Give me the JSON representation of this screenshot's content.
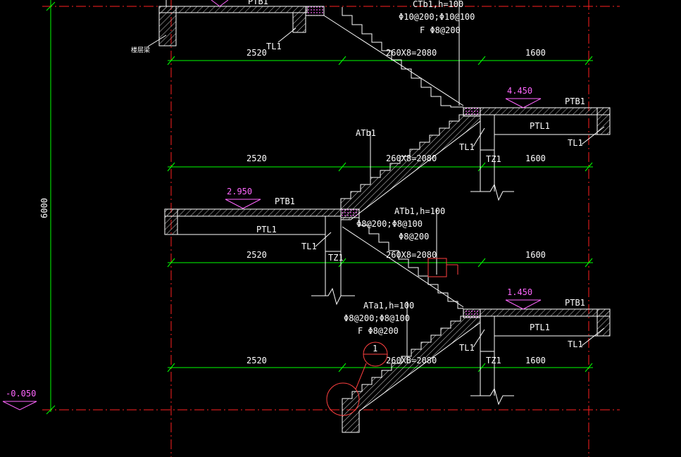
{
  "colors": {
    "background": "#000000",
    "structure": "#ffffff",
    "dimension": "#00ff00",
    "axis": "#ff2020",
    "elevation": "#ff66ff",
    "detail": "#ff4040",
    "leader": "#ffffff"
  },
  "text": {
    "total_height": "6000",
    "elev_neg": "-0.050",
    "elev_1450": "1.450",
    "elev_2950": "2.950",
    "elev_4450": "4.450",
    "dim_2520": "2520",
    "dim_flight": "260X8=2080",
    "dim_1600": "1600",
    "ptb1": "PTB1",
    "ptl1": "PTL1",
    "tl1": "TL1",
    "tz1": "TZ1",
    "ctb1": "CTb1,h=100",
    "ctb1_rebar1": "Φ10@200;Φ10@100",
    "ctb1_rebar2": "F  Φ8@200",
    "atb1": "ATb1",
    "atb1h": "ATb1,h=100",
    "atb1_rebar1": "Φ8@200;Φ8@100",
    "atb1_rebar2": "Φ8@200",
    "ata1": "ATa1,h=100",
    "ata1_rebar1": "Φ8@200;Φ8@100",
    "ata1_rebar2": "F  Φ8@200",
    "detail_no": "1",
    "floor_note": "楼层梁"
  }
}
